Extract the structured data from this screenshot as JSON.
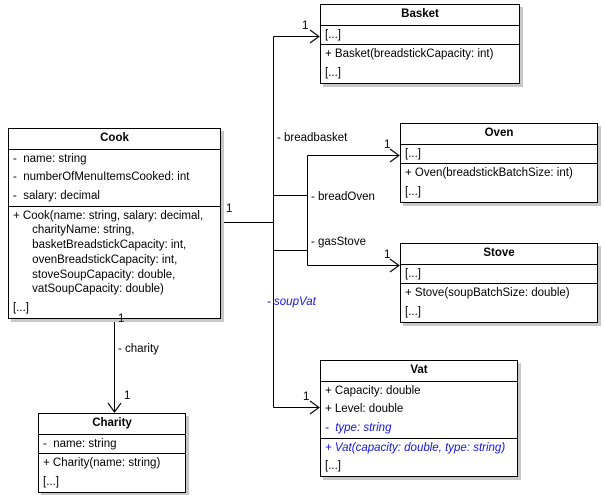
{
  "diagram": {
    "type": "uml-class-diagram",
    "title": "",
    "accent_color": "#1414e6",
    "line_color": "#000000",
    "box_fill": "#ffffff",
    "shadow_color": "#c8c8c8"
  },
  "classes": {
    "cook": {
      "name": "Cook",
      "attributes": [
        "-  name: string",
        "-  numberOfMenuItemsCooked: int",
        "-  salary: decimal"
      ],
      "operations": [
        "+ Cook(name: string, salary: decimal,\n      charityName: string,\n      basketBreadstickCapacity: int,\n      ovenBreadstickCapacity: int,\n      stoveSoupCapacity: double,\n      vatSoupCapacity: double)",
        "[...]"
      ]
    },
    "basket": {
      "name": "Basket",
      "attributes": [
        "[...]"
      ],
      "operations": [
        "+ Basket(breadstickCapacity: int)",
        "[...]"
      ]
    },
    "oven": {
      "name": "Oven",
      "attributes": [
        "[...]"
      ],
      "operations": [
        "+ Oven(breadstickBatchSize: int)",
        "[...]"
      ]
    },
    "stove": {
      "name": "Stove",
      "attributes": [
        "[...]"
      ],
      "operations": [
        "+ Stove(soupBatchSize: double)",
        "[...]"
      ]
    },
    "vat": {
      "name": "Vat",
      "attributes": [
        "+ Capacity: double",
        "+ Level: double",
        "-  type: string"
      ],
      "attributes_abstract": [
        false,
        false,
        true
      ],
      "operations": [
        "+ Vat(capacity: double, type: string)",
        "[...]"
      ],
      "operations_abstract": [
        true,
        false
      ]
    },
    "charity": {
      "name": "Charity",
      "attributes": [
        "-  name: string"
      ],
      "operations": [
        "+ Charity(name: string)",
        "[...]"
      ]
    }
  },
  "associations": [
    {
      "id": "cook-basket",
      "from": "Cook",
      "to": "Basket",
      "role_label": "- breadbasket",
      "source_multiplicity": "1",
      "target_multiplicity": "1",
      "abstract": false
    },
    {
      "id": "cook-oven",
      "from": "Cook",
      "to": "Oven",
      "role_label": "- breadOven",
      "source_multiplicity": "",
      "target_multiplicity": "1",
      "abstract": false
    },
    {
      "id": "cook-stove",
      "from": "Cook",
      "to": "Stove",
      "role_label": "- gasStove",
      "source_multiplicity": "",
      "target_multiplicity": "1",
      "abstract": false
    },
    {
      "id": "cook-vat",
      "from": "Cook",
      "to": "Vat",
      "role_label": "- soupVat",
      "source_multiplicity": "",
      "target_multiplicity": "1",
      "abstract": true
    },
    {
      "id": "cook-charity",
      "from": "Cook",
      "to": "Charity",
      "role_label": "- charity",
      "source_multiplicity": "1",
      "target_multiplicity": "1",
      "abstract": false
    }
  ],
  "labels": {
    "cook_right_mult": "1",
    "cook_bottom_mult": "1",
    "basket_mult": "1",
    "oven_mult": "1",
    "stove_mult": "1",
    "vat_mult": "1",
    "charity_mult": "1",
    "role_breadbasket": "- breadbasket",
    "role_breadOven": "- breadOven",
    "role_gasStove": "- gasStove",
    "role_soupVat": "- soupVat",
    "role_charity": "- charity"
  }
}
